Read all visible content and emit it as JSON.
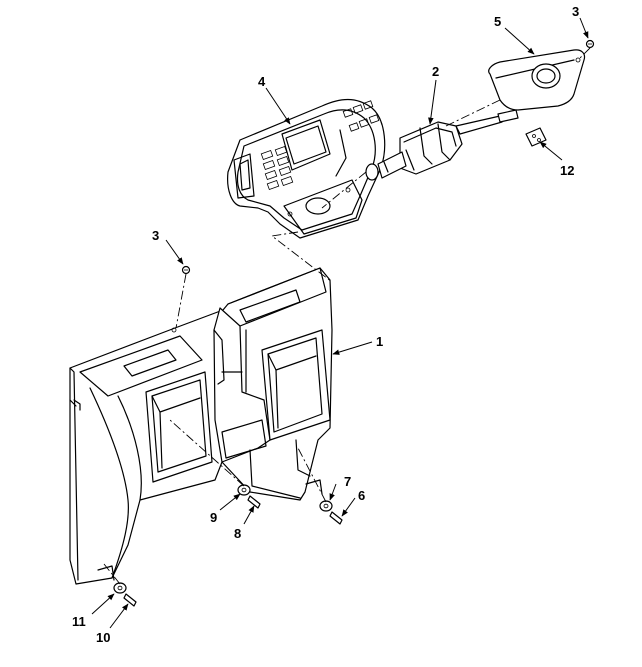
{
  "callouts": {
    "c1": "1",
    "c2": "2",
    "c3_top": "3",
    "c3_left": "3",
    "c4": "4",
    "c5": "5",
    "c6": "6",
    "c7": "7",
    "c8": "8",
    "c9": "9",
    "c10": "10",
    "c11": "11",
    "c12": "12"
  }
}
